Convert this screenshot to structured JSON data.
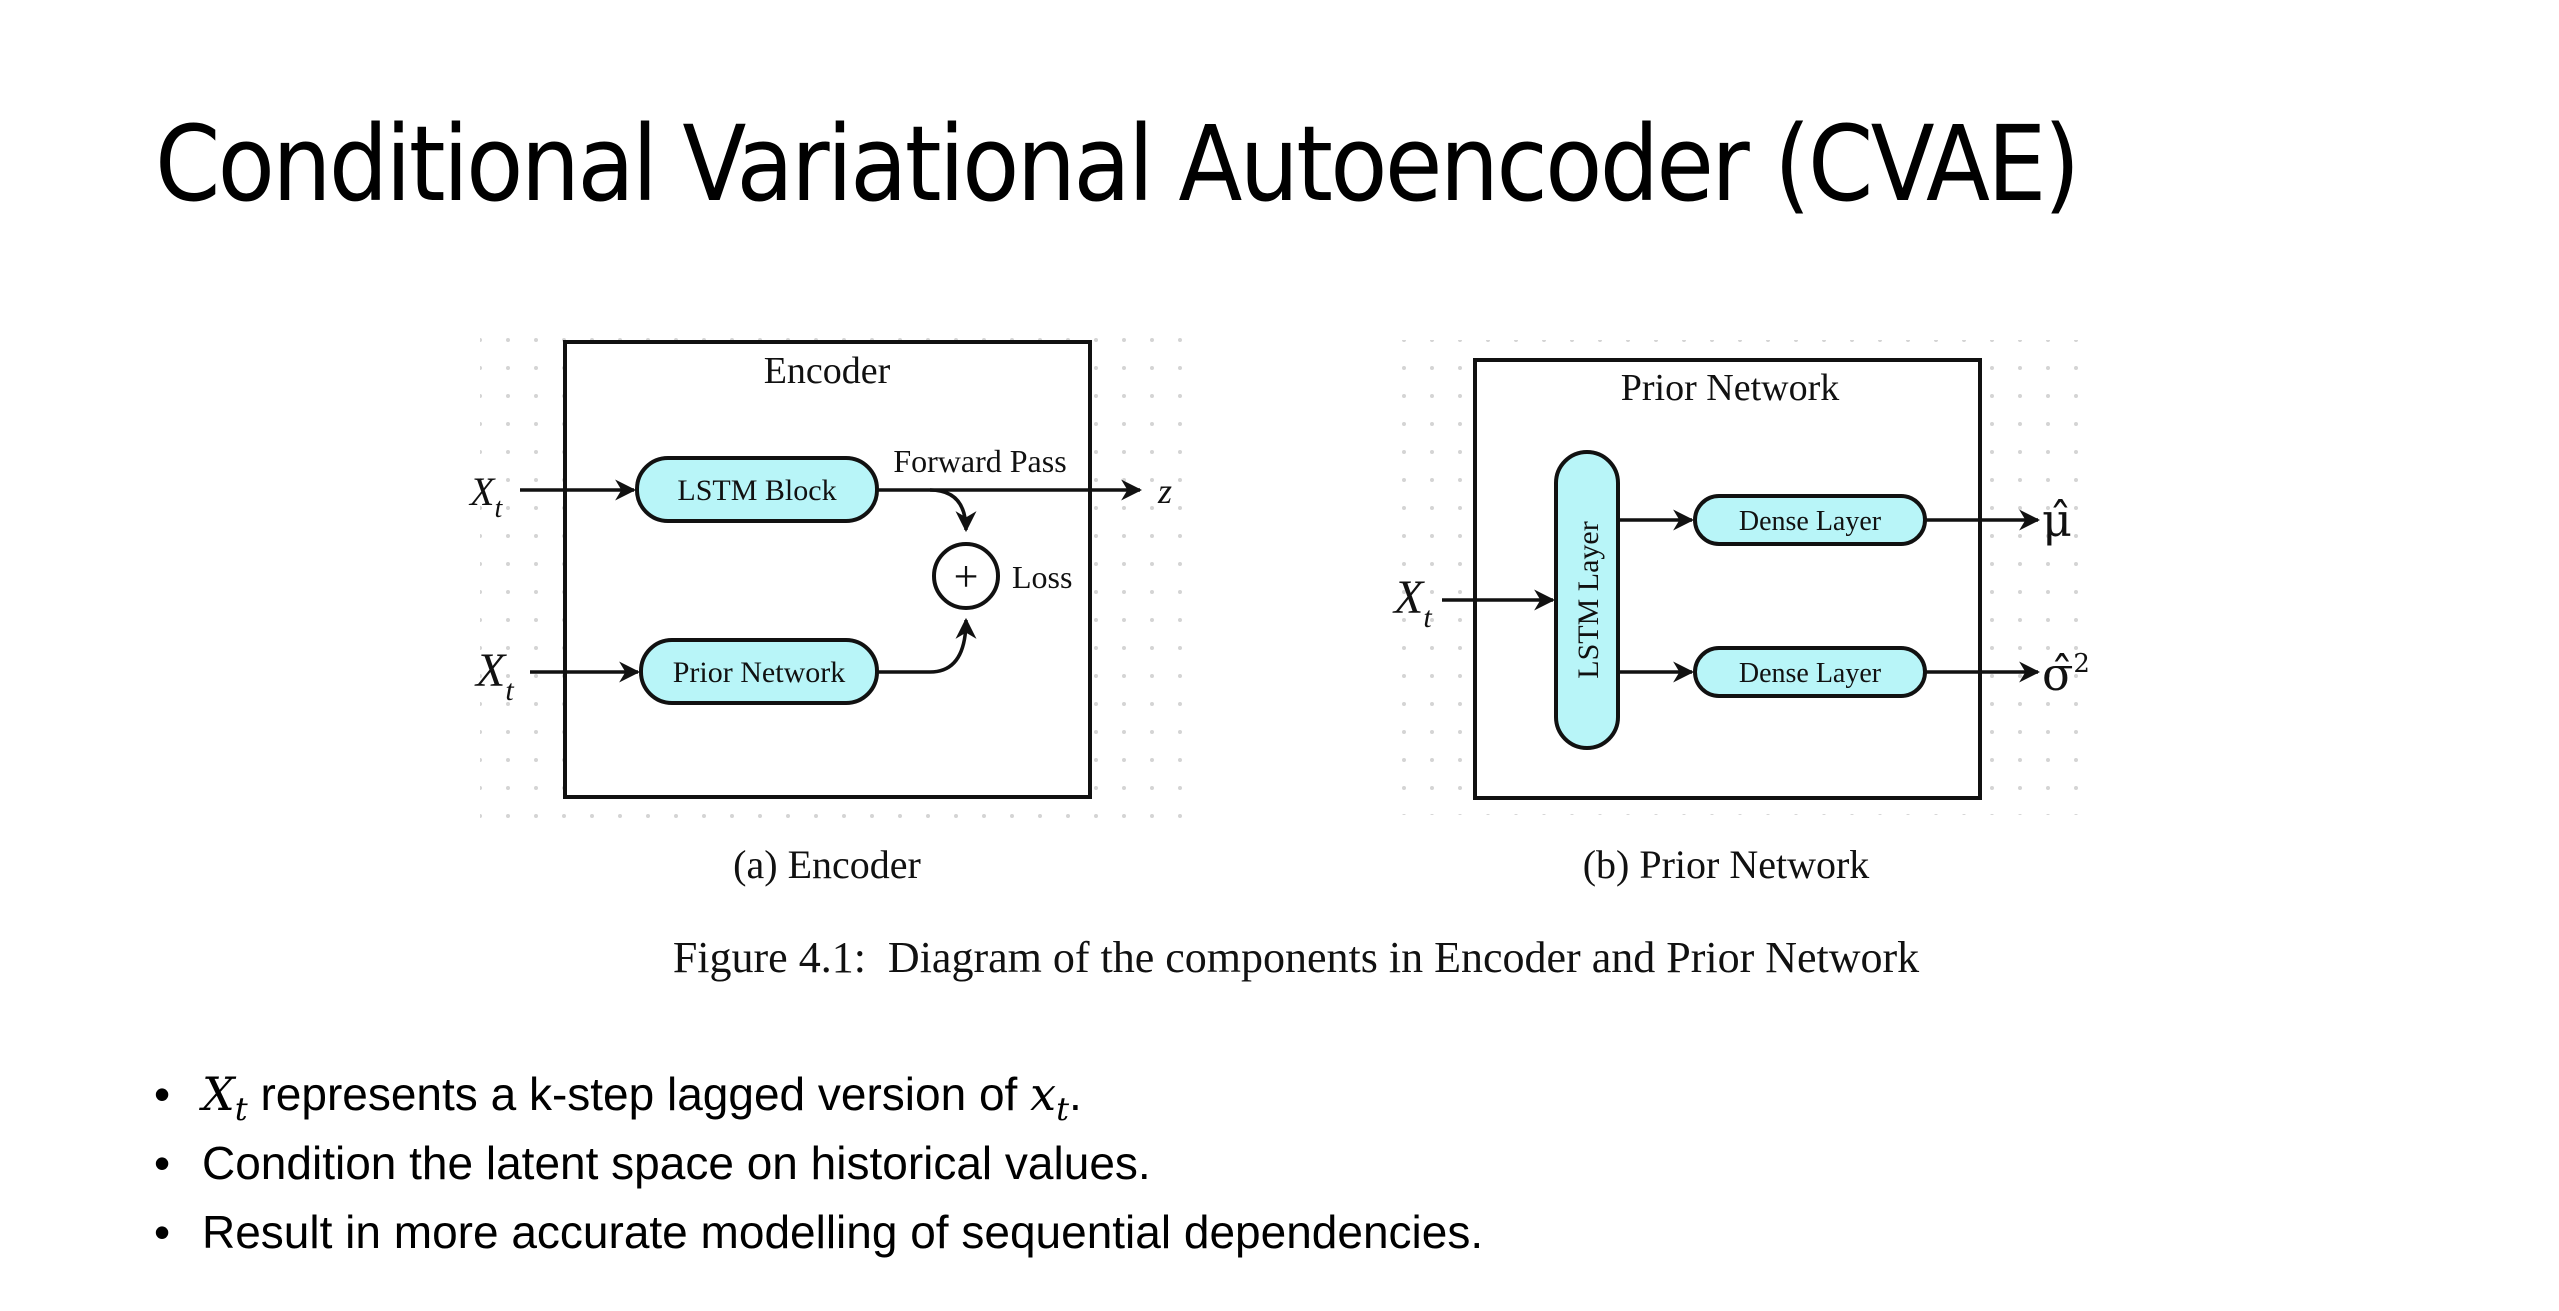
{
  "slide": {
    "title": "Conditional Variational Autoencoder (CVAE)"
  },
  "figure": {
    "panel_a": {
      "box_title": "Encoder",
      "input_top": {
        "var": "X",
        "sub": "t"
      },
      "input_bottom": {
        "var": "X",
        "sub": "t"
      },
      "lstm_block": "LSTM Block",
      "prior_network": "Prior Network",
      "forward_pass": "Forward Pass",
      "plus_symbol": "+",
      "loss": "Loss",
      "output": "z",
      "caption": "(a) Encoder"
    },
    "panel_b": {
      "box_title": "Prior Network",
      "input": {
        "var": "X",
        "sub": "t"
      },
      "lstm_layer": "LSTM Layer",
      "dense_top": "Dense Layer",
      "dense_bottom": "Dense Layer",
      "output_top": "μ̂",
      "output_bottom": "σ̂",
      "output_bottom_sup": "2",
      "caption": "(b) Prior Network"
    },
    "caption": "Figure 4.1:  Diagram of the components in Encoder and Prior Network"
  },
  "bullets": {
    "b1": {
      "var1": "X",
      "sub1": "t",
      "text": " represents a k-step lagged version of ",
      "var2": "x",
      "sub2": "t",
      "end": "."
    },
    "b2": "Condition the latent space on historical values.",
    "b3": "Result in more accurate modelling of sequential dependencies."
  }
}
